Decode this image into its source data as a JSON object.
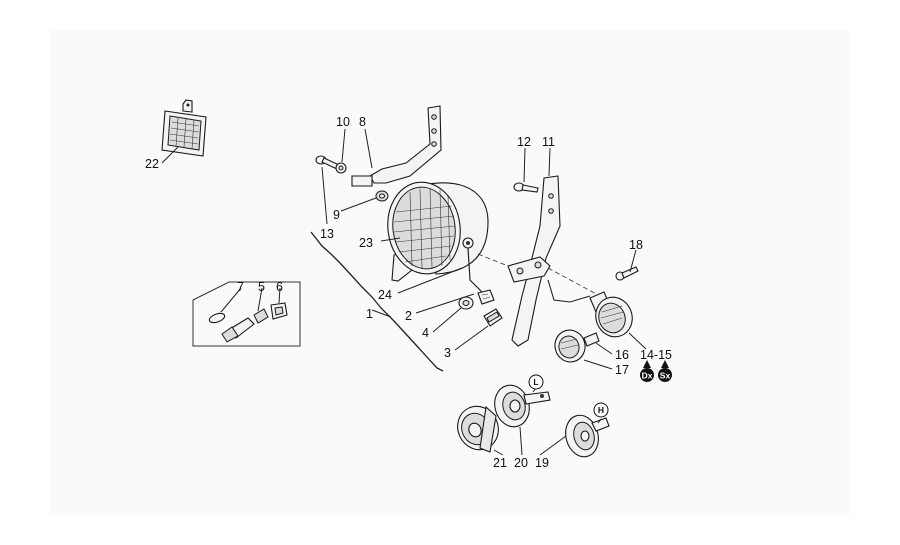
{
  "callouts": [
    {
      "id": "1",
      "text": "1"
    },
    {
      "id": "2",
      "text": "2"
    },
    {
      "id": "3",
      "text": "3"
    },
    {
      "id": "4",
      "text": "4"
    },
    {
      "id": "5",
      "text": "5"
    },
    {
      "id": "6",
      "text": "6"
    },
    {
      "id": "7",
      "text": "7"
    },
    {
      "id": "8",
      "text": "8"
    },
    {
      "id": "9",
      "text": "9"
    },
    {
      "id": "10",
      "text": "10"
    },
    {
      "id": "11",
      "text": "11"
    },
    {
      "id": "12",
      "text": "12"
    },
    {
      "id": "13",
      "text": "13"
    },
    {
      "id": "14-15",
      "text": "14-15"
    },
    {
      "id": "16",
      "text": "16"
    },
    {
      "id": "17",
      "text": "17"
    },
    {
      "id": "18",
      "text": "18"
    },
    {
      "id": "19",
      "text": "19"
    },
    {
      "id": "20",
      "text": "20"
    },
    {
      "id": "21",
      "text": "21"
    },
    {
      "id": "22",
      "text": "22"
    },
    {
      "id": "23",
      "text": "23"
    },
    {
      "id": "24",
      "text": "24"
    }
  ],
  "symbols": {
    "dx": "Dx",
    "sx": "Sx",
    "low_horn": "L",
    "high_horn": "H"
  }
}
